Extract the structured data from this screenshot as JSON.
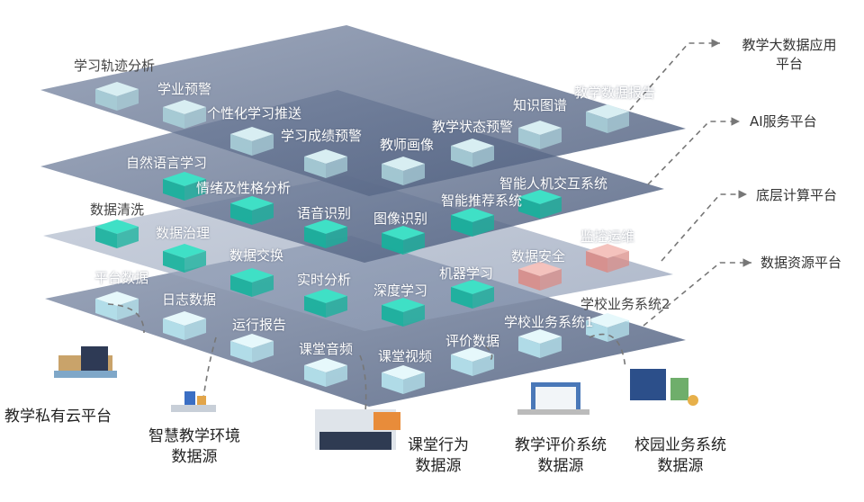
{
  "platforms": {
    "app": "教学大数据应用平台",
    "app_line1": "教学大数据应用",
    "app_line2": "平台",
    "ai": "AI服务平台",
    "compute": "底层计算平台",
    "data": "数据资源平台"
  },
  "layers": {
    "app": [
      "学习轨迹分析",
      "学业预警",
      "个性化学习推送",
      "学习成绩预警",
      "教师画像",
      "教学状态预警",
      "知识图谱",
      "教学数据报告"
    ],
    "ai": [
      "自然语言学习",
      "情绪及性格分析",
      "语音识别",
      "图像识别",
      "智能推荐系统",
      "智能人机交互系统"
    ],
    "compute": [
      "数据清洗",
      "数据治理",
      "数据交换",
      "实时分析",
      "深度学习",
      "机器学习",
      "数据安全",
      "监控运维"
    ],
    "data": [
      "平台数据",
      "日志数据",
      "运行报告",
      "课堂音频",
      "课堂视频",
      "评价数据",
      "学校业务系统1",
      "学校业务系统2"
    ]
  },
  "sources": {
    "cloud": "教学私有云平台",
    "env_line1": "智慧教学环境",
    "env_line2": "数据源",
    "class_line1": "课堂行为",
    "class_line2": "数据源",
    "eval_line1": "教学评价系统",
    "eval_line2": "数据源",
    "campus_line1": "校园业务系统",
    "campus_line2": "数据源"
  },
  "colors": {
    "layer": "#5e6f8f",
    "cube_light": "#bfe3ea",
    "cube_teal": "#1fc9b0",
    "cube_pink": "#e8a4a0"
  }
}
